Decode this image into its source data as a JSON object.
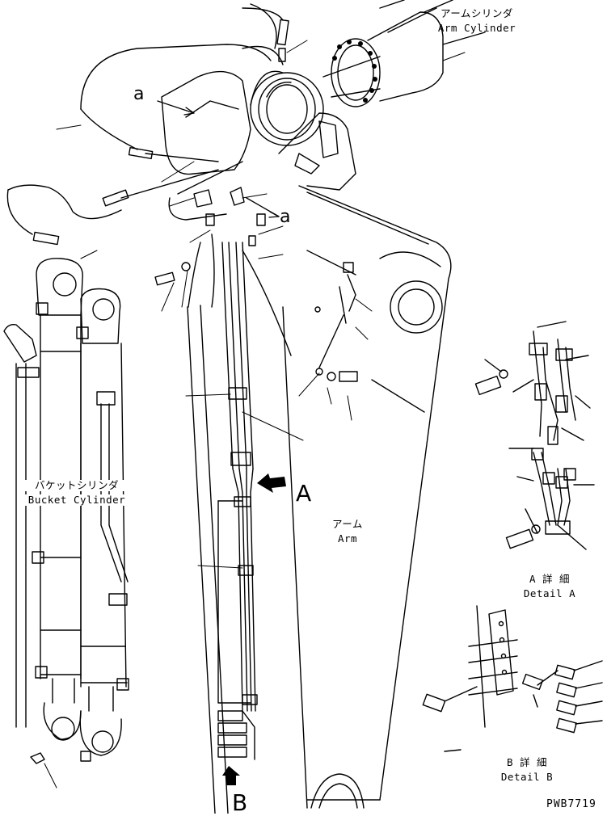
{
  "labels": {
    "arm_cylinder_jp": "アームシリンダ",
    "arm_cylinder_en": "Arm Cylinder",
    "bucket_cylinder_jp": "バケットシリンダ",
    "bucket_cylinder_en": "Bucket Cylinder",
    "arm_jp": "アーム",
    "arm_en": "Arm",
    "detail_a_jp": "A 詳 細",
    "detail_a_en": "Detail A",
    "detail_b_jp": "B 詳 細",
    "detail_b_en": "Detail B",
    "view_a_upper": "a",
    "view_a_lower": "a",
    "callout_a": "A",
    "callout_b": "B",
    "drawing_code": "PWB7719"
  }
}
